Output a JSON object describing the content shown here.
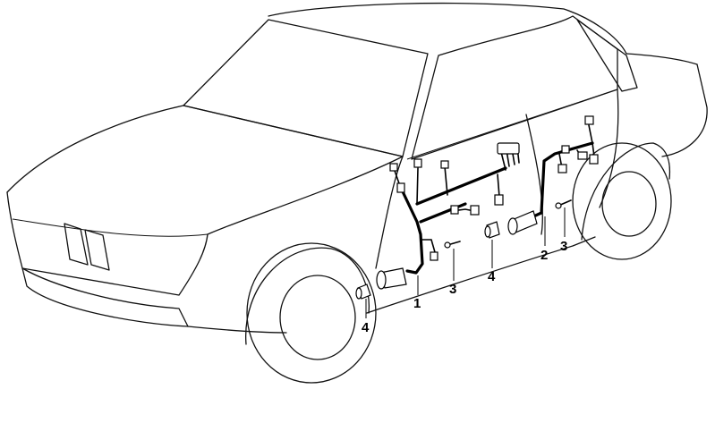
{
  "callouts": [
    {
      "id": "c1",
      "label": "1"
    },
    {
      "id": "c2",
      "label": "2"
    },
    {
      "id": "c3a",
      "label": "3"
    },
    {
      "id": "c3b",
      "label": "3"
    },
    {
      "id": "c4a",
      "label": "4"
    },
    {
      "id": "c4b",
      "label": "4"
    }
  ]
}
